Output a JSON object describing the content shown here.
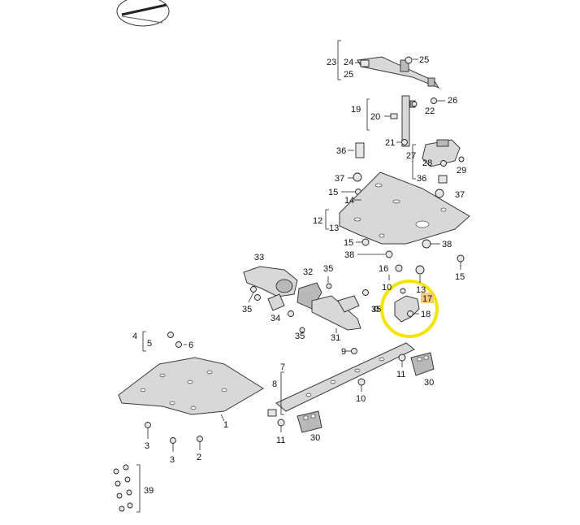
{
  "callouts": {
    "n1": "1",
    "n2": "2",
    "n3a": "3",
    "n3b": "3",
    "n4": "4",
    "n5": "5",
    "n6": "6",
    "n7": "7",
    "n8": "8",
    "n9": "9",
    "n10a": "10",
    "n10b": "10",
    "n11a": "11",
    "n11b": "11",
    "n12": "12",
    "n13": "13",
    "n14": "14",
    "n15a": "15",
    "n15b": "15",
    "n15c": "15",
    "n16": "16",
    "n17": "17",
    "n18": "18",
    "n19": "19",
    "n20": "20",
    "n21": "21",
    "n22": "22",
    "n23": "23",
    "n24": "24",
    "n25a": "25",
    "n25b": "25",
    "n26": "26",
    "n27": "27",
    "n28": "28",
    "n29": "29",
    "n30a": "30",
    "n30b": "30",
    "n31": "31",
    "n32": "32",
    "n33": "33",
    "n34": "34",
    "n35a": "35",
    "n35b": "35",
    "n35c": "35",
    "n36a": "36",
    "n36b": "36",
    "n37a": "37",
    "n37b": "37",
    "n38a": "38",
    "n38b": "38",
    "n39": "39"
  },
  "highlight": {
    "color": "#f5e400",
    "label_color": "#f7c97a"
  },
  "icons": {
    "top_left": "pencil-lens-icon"
  }
}
